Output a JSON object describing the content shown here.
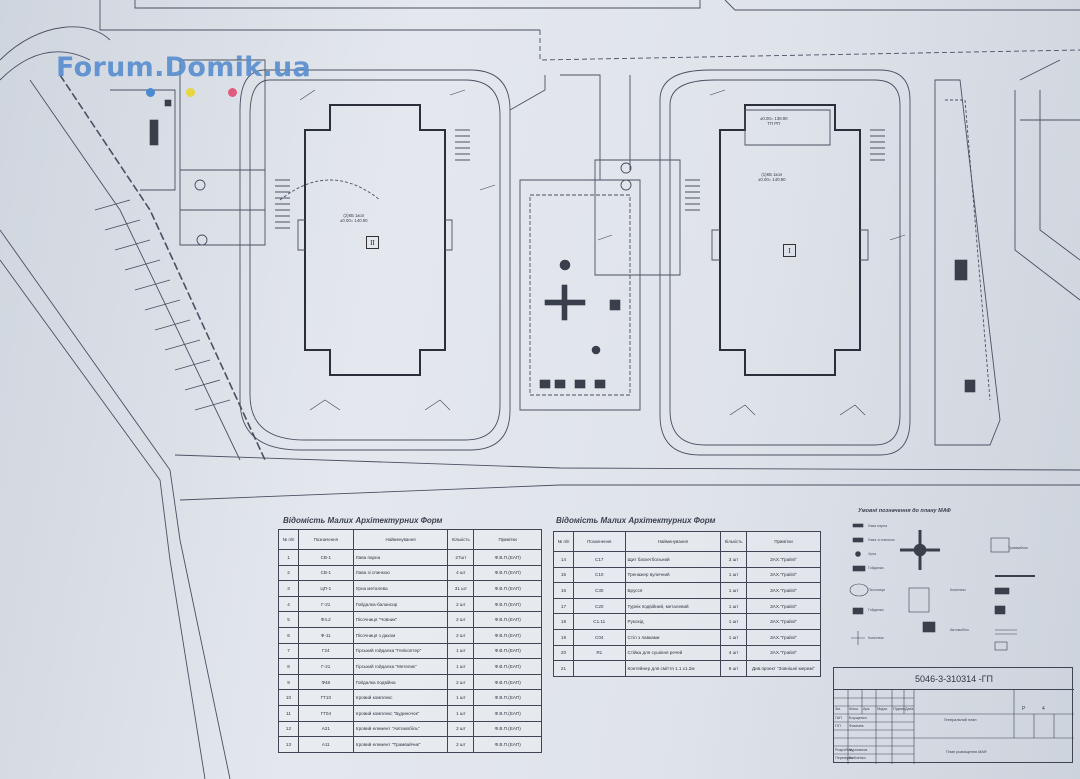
{
  "watermark": {
    "text": "Forum.Domik.ua",
    "dot_colors": [
      "#4a8ad0",
      "#e8d640",
      "#e05a80"
    ]
  },
  "buildings": [
    {
      "id": "building-2",
      "label_top": "(2)КБ 1кол",
      "label_elev": "±0.00= 140.90",
      "roman": "II"
    },
    {
      "id": "building-1",
      "label_top": "(1)КБ 1кол",
      "label_elev": "±0.00= 140.90",
      "roman": "I"
    },
    {
      "id": "substation",
      "label_top": "±0.00= 138.90",
      "label_elev": "ТП РП"
    }
  ],
  "tables": [
    {
      "title": "Відомість Малих Архітектурних Форм",
      "headers": [
        "№ п/п",
        "Позначення",
        "Найменування",
        "Кількість",
        "Примітки"
      ],
      "rows": [
        [
          "1",
          "СВ-1",
          "Лава   парна",
          "27шт",
          "Ф.В.П.(ЕАП)"
        ],
        [
          "2",
          "СВ-1",
          "Лава   зі спинкою",
          "4 шт",
          "Ф.В.П.(ЕАП)"
        ],
        [
          "3",
          "ЦП-1",
          "Урна металева",
          "31 шт",
          "Ф.В.П.(ЕАП)"
        ],
        [
          "4",
          "Г-21",
          "Гойдалка-балансир",
          "2 шт",
          "Ф.В.П.(ЕАП)"
        ],
        [
          "5",
          "Ф4.2",
          "Пісочниця \"Човник\"",
          "2 шт",
          "Ф.В.П.(ЕАП)"
        ],
        [
          "6",
          "Ф-11",
          "Пісочниця з дахом",
          "2 шт",
          "Ф.В.П.(ЕАП)"
        ],
        [
          "7",
          "Г24",
          "Гірський гойдалка \"Гелікоптер\"",
          "1 шт",
          "Ф.В.П.(ЕАП)"
        ],
        [
          "8",
          "Г-21",
          "Гірський гойдалка \"Метелик\"",
          "1 шт",
          "Ф.В.П.(ЕАП)"
        ],
        [
          "9",
          "Ф48",
          "Гойдалка подвійна",
          "2 шт",
          "Ф.В.П.(ЕАП)"
        ],
        [
          "10",
          "ГТ10",
          "Ігровий комплекс",
          "1 шт",
          "Ф.В.П.(ЕАП)"
        ],
        [
          "11",
          "ГТ04",
          "Ігровий комплекс \"Будиночок\"",
          "1 шт",
          "Ф.В.П.(ЕАП)"
        ],
        [
          "12",
          "А21",
          "Ігровий елемент \"Автомобіль\"",
          "2 шт",
          "Ф.В.П.(ЕАП)"
        ],
        [
          "13",
          "А11",
          "Ігровий елемент \"Трамвайчик\"",
          "2 шт",
          "Ф.В.П.(ЕАП)"
        ]
      ]
    },
    {
      "title": "Відомість Малих Архітектурних Форм",
      "headers": [
        "№ п/п",
        "Позначення",
        "Найменування",
        "Кількість",
        "Примітки"
      ],
      "rows": [
        [
          "14",
          "С17",
          "Щит баскетбольний",
          "3 шт",
          "ЗАХ.\"Грайлі\""
        ],
        [
          "15",
          "С10",
          "Тренажер вуличний",
          "1 шт",
          "ЗАХ.\"Грайлі\""
        ],
        [
          "16",
          "С30",
          "Брусся",
          "1 шт",
          "ЗАХ.\"Грайлі\""
        ],
        [
          "17",
          "С20",
          "Турнік подвійний, металевий",
          "1 шт",
          "ЗАХ.\"Грайлі\""
        ],
        [
          "18",
          "С1.11",
          "Рукохід",
          "1 шт",
          "ЗАХ.\"Грайлі\""
        ],
        [
          "19",
          "С04",
          "Стіл з лавками",
          "1 шт",
          "ЗАХ.\"Грайлі\""
        ],
        [
          "20",
          "Я1",
          "Стійка для сушіння речей",
          "4 шт",
          "ЗАХ.\"Грайлі\""
        ],
        [
          "21",
          "",
          "Контейнер для сміття 1.1 х1.2м",
          "6 шт",
          "Див.проект \"Зовнішні мережі\""
        ]
      ]
    }
  ],
  "legend": {
    "title": "Умовні позначення до плану МАФ",
    "labels": [
      "Лава парна",
      "Лава зі спинкою",
      "Урна",
      "Гойдалка",
      "Пісочниця",
      "Гойдалка",
      "Комплекс",
      "Комплекс",
      "Автомобіль",
      "Трамвайчик"
    ]
  },
  "stamp": {
    "code": "5046-3-310314 -ГП",
    "header_cells": [
      "Зм.",
      "Кільк.",
      "Арк.",
      "№док.",
      "Підпис",
      "Дата"
    ],
    "rows": [
      [
        "ГАП",
        "Борщенко"
      ],
      [
        "ГІП",
        "Фомічев"
      ],
      [
        "Розробив",
        "Чуриганов"
      ],
      [
        "Перевірив",
        "Бойченко"
      ]
    ],
    "sheet_title": "Генеральний план",
    "plan_title": "План розміщення МАФ",
    "stage": "Р",
    "sheet": "4"
  }
}
